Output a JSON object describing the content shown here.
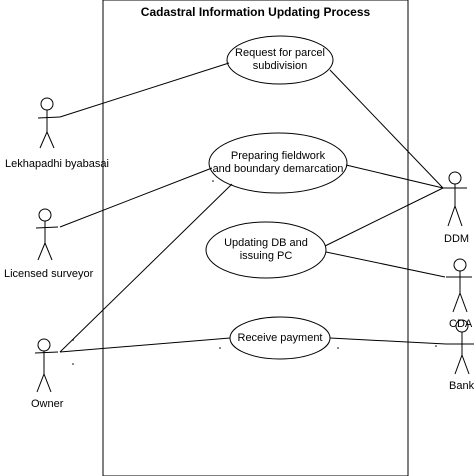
{
  "system": {
    "title": "Cadastral Information Updating Process"
  },
  "actors": {
    "lekhapadhi": "Lekhapadhi byabasai",
    "surveyor": "Licensed surveyor",
    "owner": "Owner",
    "ddm": "DDM",
    "cda": "CDA",
    "bank": "Bank"
  },
  "use_cases": {
    "request": [
      "Request for parcel",
      "subdivision"
    ],
    "preparing": [
      "Preparing fieldwork",
      "and boundary demarcation"
    ],
    "updating": [
      "Updating  DB and",
      "issuing PC"
    ],
    "payment": [
      "Receive payment"
    ]
  }
}
